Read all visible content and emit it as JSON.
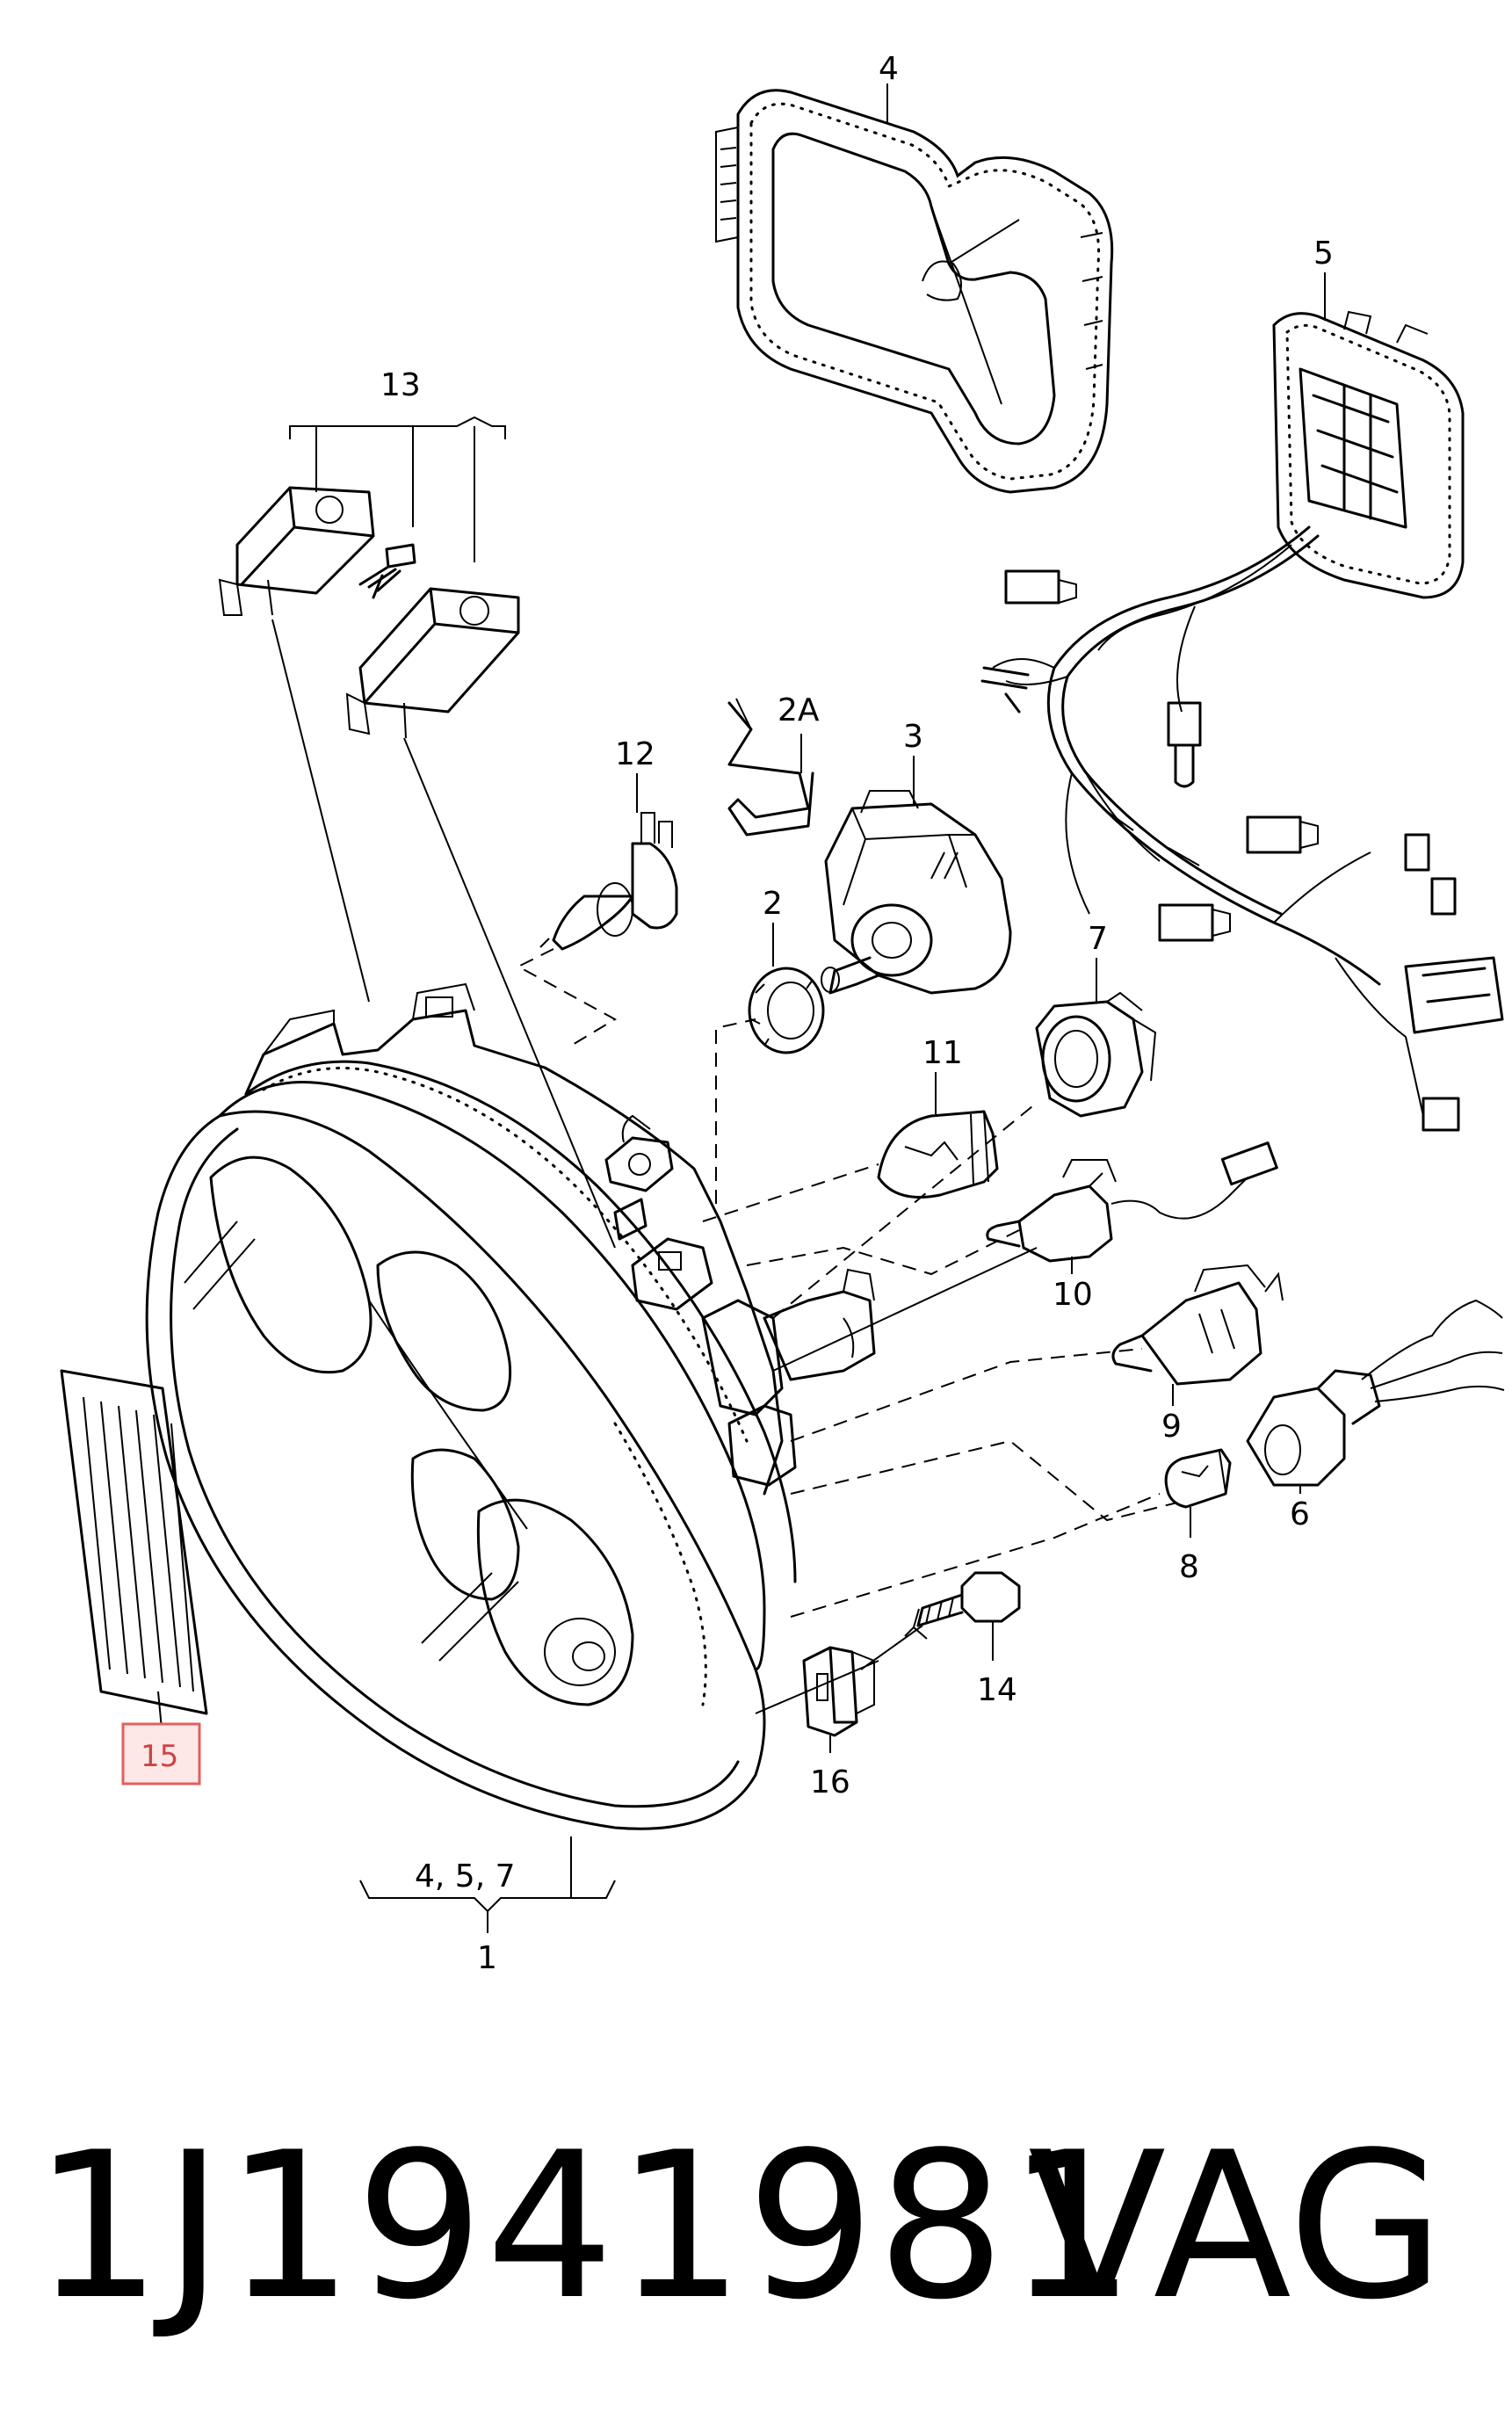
{
  "diagram": {
    "callouts": {
      "c1": "1",
      "c2": "2",
      "c2a": "2A",
      "c3": "3",
      "c4": "4",
      "c457": "4, 5, 7",
      "c5": "5",
      "c6": "6",
      "c7": "7",
      "c8": "8",
      "c9": "9",
      "c10": "10",
      "c11": "11",
      "c12": "12",
      "c13": "13",
      "c14": "14",
      "c15": "15",
      "c16": "16"
    },
    "highlighted_callout": "15",
    "highlight_color": "#e06060"
  },
  "footer": {
    "part_number": "1J1941981",
    "brand": "VAG"
  }
}
